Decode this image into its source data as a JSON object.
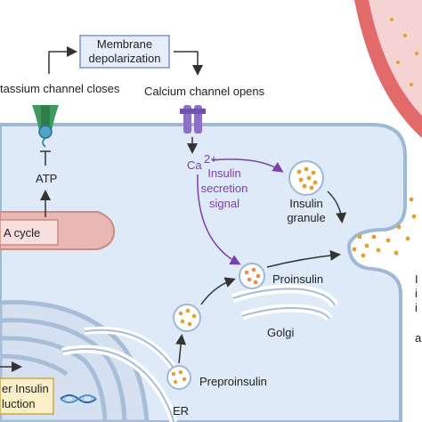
{
  "labels": {
    "membrane_depolarization_line1": "Membrane",
    "membrane_depolarization_line2": "depolarization",
    "potassium_channel": "tassium channel closes",
    "calcium_channel": "Calcium channel opens",
    "atp": "ATP",
    "tca_cycle": "A cycle",
    "calcium_ion": "Ca",
    "calcium_charge": "2+",
    "signal_line1": "Insulin",
    "signal_line2": "secretion",
    "signal_line3": "signal",
    "granule_line1": "Insulin",
    "granule_line2": "granule",
    "proinsulin": "Proinsulin",
    "golgi": "Golgi",
    "preproinsulin": "Preproinsulin",
    "er": "ER",
    "production_line1": "er Insulin",
    "production_line2": "luction",
    "right_fragment_1": "I",
    "right_fragment_2": "i",
    "right_fragment_3": "i",
    "right_fragment_4": "a"
  },
  "colors": {
    "cell_fill": "#deeaf7",
    "cell_border": "#9fb8d6",
    "blood_vessel": "#e26a6a",
    "blood_vessel_inner": "#f6d3d3",
    "granule_dot": "#e0a12d",
    "proinsulin_dot": "#f08a4b",
    "signal_purple": "#7a3fb0",
    "channel_green": "#3e9a5d",
    "channel_purple": "#8b6fc9",
    "mito_fill": "#e9b8b3",
    "box_fill": "#e6eefc",
    "box_border": "#7d93c9",
    "pink_box": "#f9dede",
    "yellow_box": "#fbefc8"
  }
}
